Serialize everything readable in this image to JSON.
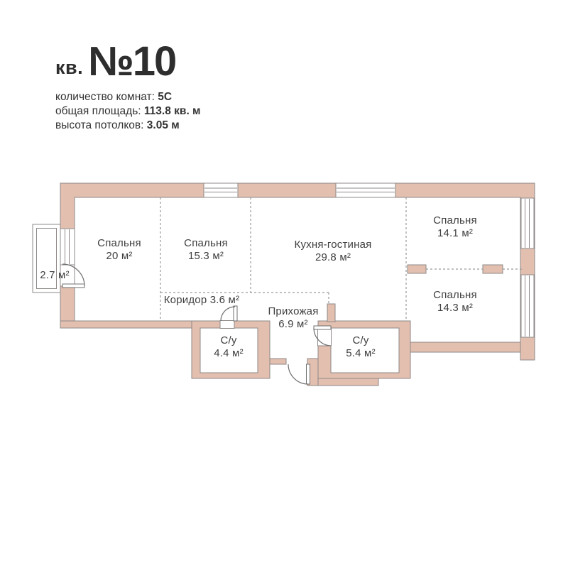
{
  "header": {
    "apt_prefix": "кв.",
    "apt_number": "№10",
    "info": [
      {
        "label": "количество комнат:",
        "value": "5С"
      },
      {
        "label": "общая площадь:",
        "value": "113.8 кв. м"
      },
      {
        "label": "высота потолков:",
        "value": "3.05 м"
      }
    ]
  },
  "plan": {
    "rooms": [
      {
        "id": "bedroom-1",
        "name": "Спальня",
        "area": "20 м²"
      },
      {
        "id": "bedroom-2",
        "name": "Спальня",
        "area": "15.3 м²"
      },
      {
        "id": "kitchen-living",
        "name": "Кухня-гостиная",
        "area": "29.8 м²"
      },
      {
        "id": "bedroom-3",
        "name": "Спальня",
        "area": "14.1 м²"
      },
      {
        "id": "bedroom-4",
        "name": "Спальня",
        "area": "14.3 м²"
      },
      {
        "id": "hallway",
        "name": "Прихожая",
        "area": "6.9 м²"
      },
      {
        "id": "bathroom-1",
        "name": "С/у",
        "area": "4.4 м²"
      },
      {
        "id": "bathroom-2",
        "name": "С/у",
        "area": "5.4 м²"
      }
    ],
    "inline_labels": [
      {
        "id": "corridor",
        "text": "Коридор 3.6 м²"
      },
      {
        "id": "balcony",
        "text": "2.7 м²"
      }
    ],
    "colors": {
      "wall_fill": "#E2BFAF",
      "wall_stroke": "#8F8A88",
      "text": "#3F3F3F",
      "dashed": "#9A9A9A"
    }
  }
}
